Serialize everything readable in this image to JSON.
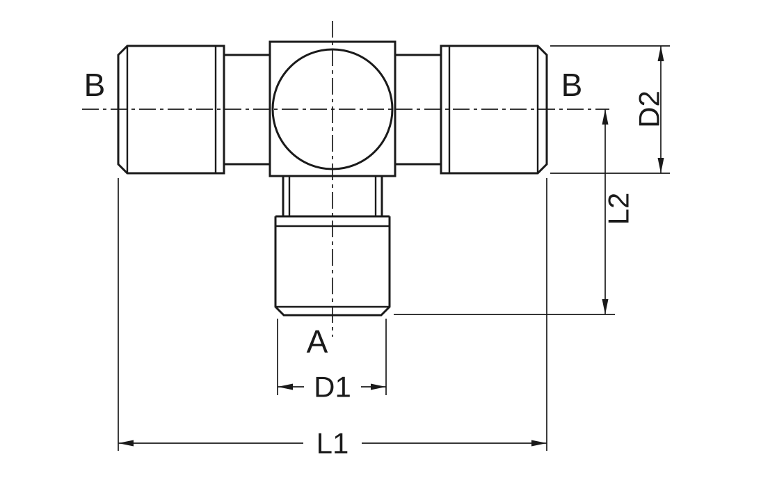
{
  "drawing": {
    "labels": {
      "port_left": "B",
      "port_right": "B",
      "port_bottom": "A",
      "dim_d1": "D1",
      "dim_d2": "D2",
      "dim_l1": "L1",
      "dim_l2": "L2"
    },
    "colors": {
      "line": "#1a1a1a",
      "background": "#ffffff"
    }
  }
}
